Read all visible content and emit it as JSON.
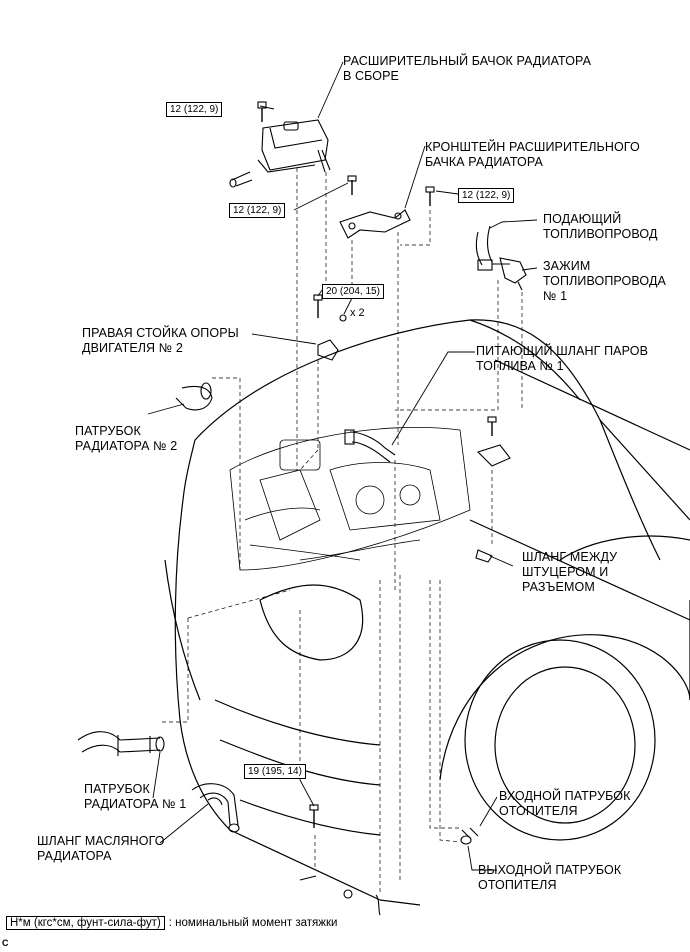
{
  "labels": {
    "reservoir": [
      "РАСШИРИТЕЛЬНЫЙ БАЧОК РАДИАТОРА",
      "В СБОРЕ"
    ],
    "bracket": [
      "КРОНШТЕЙН РАСШИРИТЕЛЬНОГО",
      "БАЧКА РАДИАТОРА"
    ],
    "fuel_supply": [
      "ПОДАЮЩИЙ",
      "ТОПЛИВОПРОВОД"
    ],
    "fuel_clamp": [
      "ЗАЖИМ",
      "ТОПЛИВОПРОВОДА",
      "№ 1"
    ],
    "engine_mount": [
      "ПРАВАЯ СТОЙКА ОПОРЫ",
      "ДВИГАТЕЛЯ № 2"
    ],
    "vapor_hose": [
      "ПИТАЮЩИЙ ШЛАНГ ПАРОВ",
      "ТОПЛИВА № 1"
    ],
    "radiator_hose_2": [
      "ПАТРУБОК",
      "РАДИАТОРА № 2"
    ],
    "union_hose": [
      "ШЛАНГ МЕЖДУ",
      "ШТУЦЕРОМ И",
      "РАЗЪЕМОМ"
    ],
    "radiator_hose_1": [
      "ПАТРУБОК",
      "РАДИАТОРА № 1"
    ],
    "oil_cooler_hose": [
      "ШЛАНГ МАСЛЯНОГО",
      "РАДИАТОРА"
    ],
    "heater_inlet": [
      "ВХОДНОЙ ПАТРУБОК",
      "ОТОПИТЕЛЯ"
    ],
    "heater_outlet": [
      "ВЫХОДНОЙ ПАТРУБОК",
      "ОТОПИТЕЛЯ"
    ]
  },
  "torques": {
    "t1": "12 (122, 9)",
    "t2": "12 (122, 9)",
    "t3": "12 (122, 9)",
    "t4": "20 (204, 15)",
    "t5": "19 (195, 14)"
  },
  "quantity_note": "x 2",
  "legend": {
    "symbol": "Н*м (кгс*см, фунт-сила-фут)",
    "text": ": номинальный момент затяжки"
  },
  "corner_mark": "C"
}
